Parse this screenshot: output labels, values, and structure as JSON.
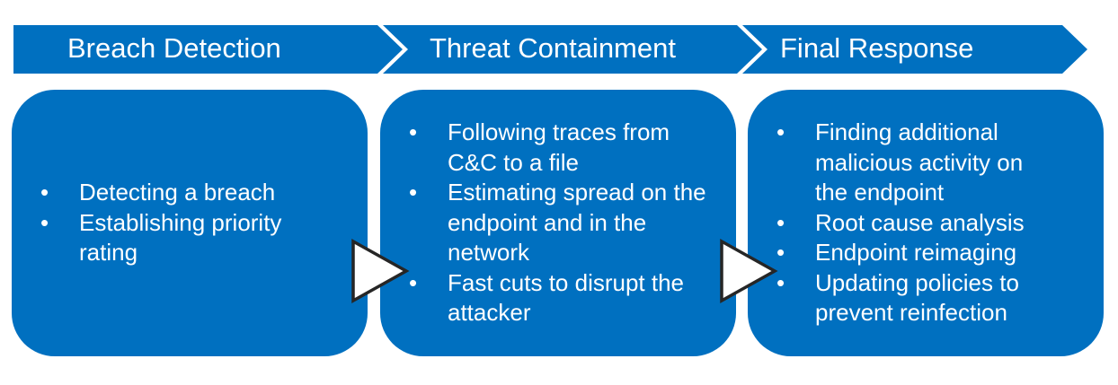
{
  "stages": [
    {
      "title": "Breach Detection",
      "items": [
        "Detecting a breach",
        "Establishing priority rating"
      ]
    },
    {
      "title": "Threat Containment",
      "items": [
        "Following traces from C&C to a file",
        "Estimating spread on the endpoint and in the network",
        "Fast cuts to disrupt the attacker"
      ]
    },
    {
      "title": "Final Response",
      "items": [
        "Finding additional malicious activity on the endpoint",
        "Root cause analysis",
        "Endpoint reimaging",
        "Updating policies to prevent reinfection"
      ]
    }
  ],
  "colors": {
    "primary": "#0070C0"
  }
}
